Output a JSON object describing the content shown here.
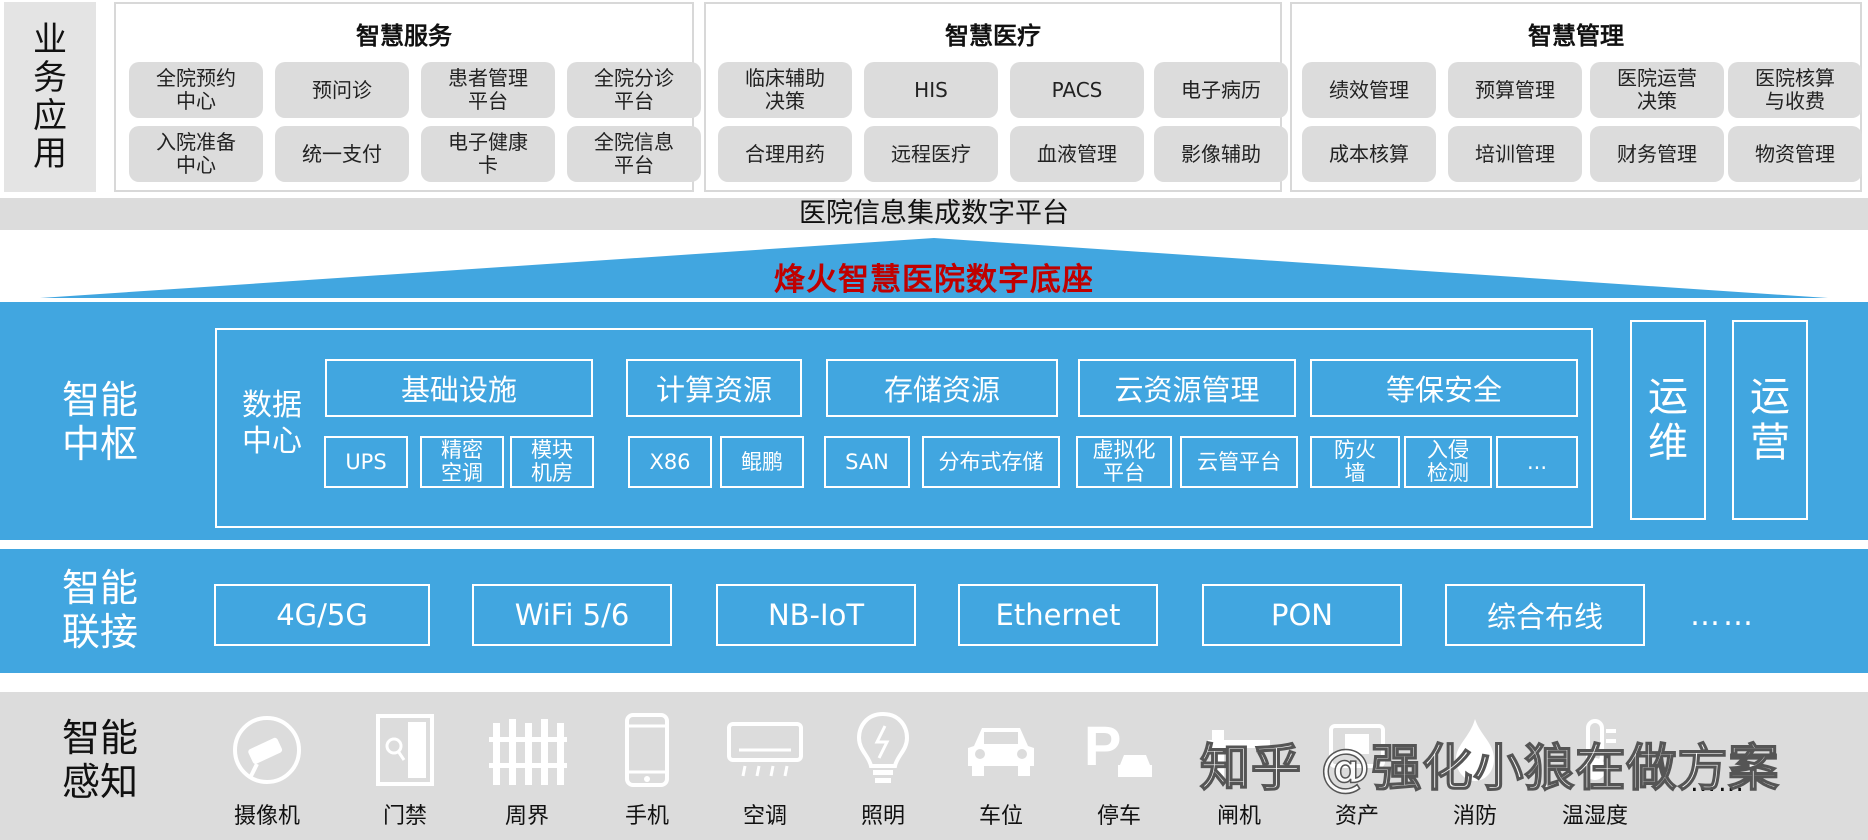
{
  "business": {
    "label": "业\n务\n应\n用",
    "panels": [
      {
        "title": "智慧服务",
        "items": [
          "全院预约\n中心",
          "预问诊",
          "患者管理\n平台",
          "全院分诊\n平台",
          "入院准备\n中心",
          "统一支付",
          "电子健康\n卡",
          "全院信息\n平台"
        ]
      },
      {
        "title": "智慧医疗",
        "items": [
          "临床辅助\n决策",
          "HIS",
          "PACS",
          "电子病历",
          "合理用药",
          "远程医疗",
          "血液管理",
          "影像辅助"
        ]
      },
      {
        "title": "智慧管理",
        "items": [
          "绩效管理",
          "预算管理",
          "医院运营\n决策",
          "医院核算\n与收费",
          "成本核算",
          "培训管理",
          "财务管理",
          "物资管理"
        ]
      }
    ]
  },
  "platform": "医院信息集成数字平台",
  "base_title": "烽火智慧医院数字底座",
  "hub": {
    "label": "智能\n中枢",
    "datacenter_label": "数据\n中心",
    "categories": [
      {
        "name": "基础设施",
        "items": [
          "UPS",
          "精密\n空调",
          "模块\n机房"
        ]
      },
      {
        "name": "计算资源",
        "items": [
          "X86",
          "鲲鹏"
        ]
      },
      {
        "name": "存储资源",
        "items": [
          "SAN",
          "分布式存储"
        ]
      },
      {
        "name": "云资源管理",
        "items": [
          "虚拟化\n平台",
          "云管平台"
        ]
      },
      {
        "name": "等保安全",
        "items": [
          "防火\n墙",
          "入侵\n检测",
          "..."
        ]
      }
    ],
    "ops": "运\n维",
    "operation": "运\n营"
  },
  "connect": {
    "label": "智能\n联接",
    "items": [
      "4G/5G",
      "WiFi 5/6",
      "NB-IoT",
      "Ethernet",
      "PON",
      "综合布线"
    ],
    "more": "……"
  },
  "sense": {
    "label": "智能\n感知",
    "devices": [
      {
        "name": "摄像机",
        "icon": "camera-icon"
      },
      {
        "name": "门禁",
        "icon": "door-access-icon"
      },
      {
        "name": "周界",
        "icon": "fence-icon"
      },
      {
        "name": "手机",
        "icon": "phone-icon"
      },
      {
        "name": "空调",
        "icon": "air-conditioner-icon"
      },
      {
        "name": "照明",
        "icon": "bulb-icon"
      },
      {
        "name": "车位",
        "icon": "car-icon"
      },
      {
        "name": "停车",
        "icon": "parking-icon"
      },
      {
        "name": "闸机",
        "icon": "gate-icon"
      },
      {
        "name": "资产",
        "icon": "asset-icon"
      },
      {
        "name": "消防",
        "icon": "fire-icon"
      },
      {
        "name": "温湿度",
        "icon": "thermometer-icon"
      }
    ],
    "more": "……"
  },
  "watermark": "知乎 @强化小狼在做方案",
  "colors": {
    "blue": "#41a6e0",
    "gray": "#dcdcdc",
    "title_red": "#c00000",
    "icon_white": "#ffffff"
  }
}
